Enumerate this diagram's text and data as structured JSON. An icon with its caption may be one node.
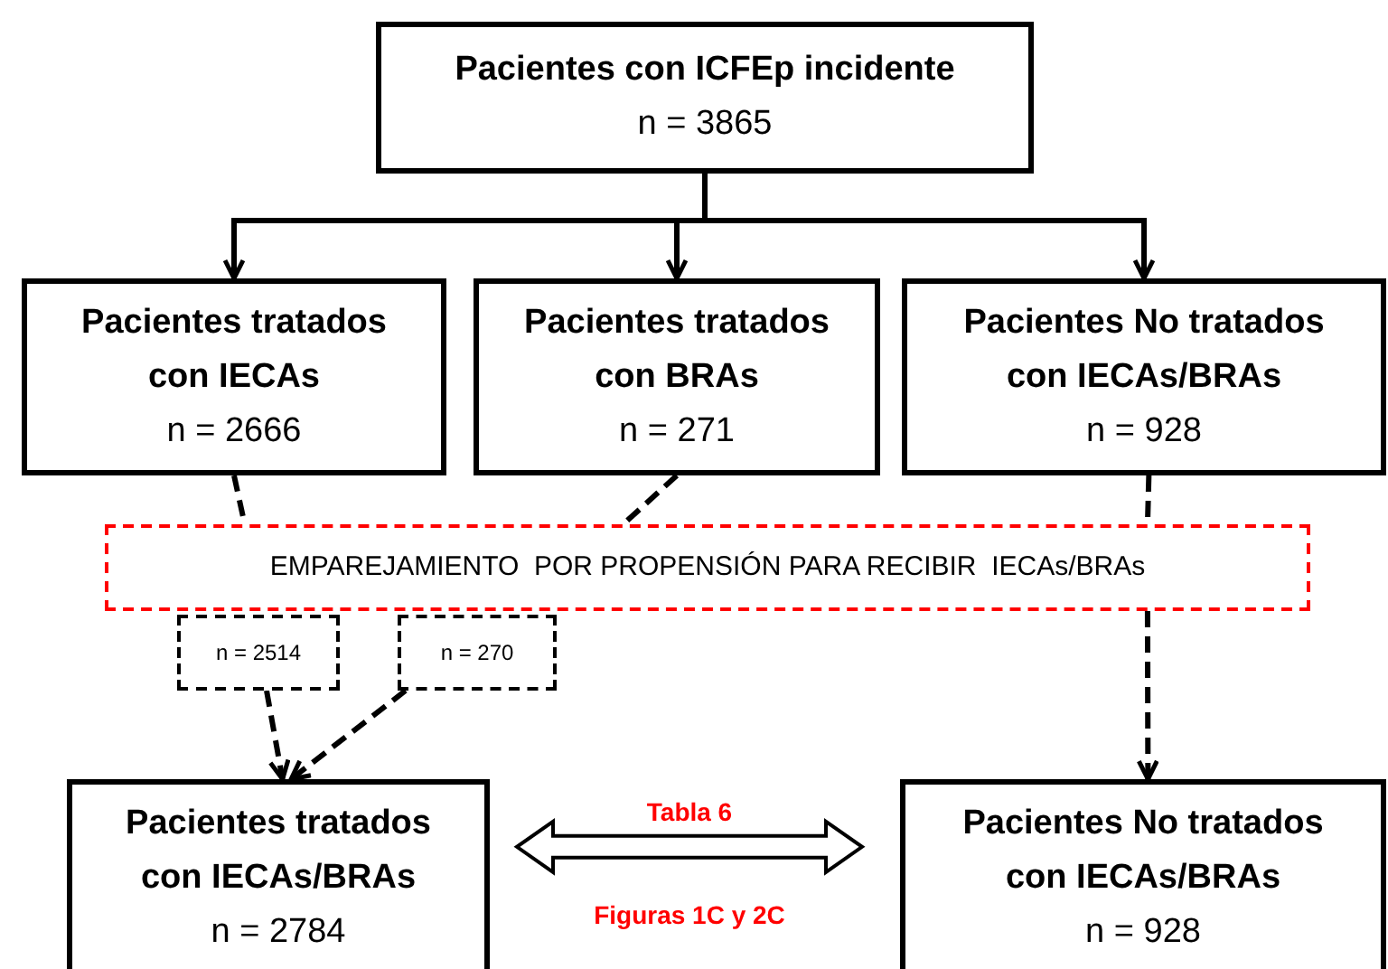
{
  "diagram": {
    "nodes": [
      {
        "text": [
          "Pacientes con ICFEp incidente",
          "n = 3865"
        ]
      },
      {
        "text": [
          "Pacientes tratados con IECAs",
          "n = 2666"
        ]
      },
      {
        "text": [
          "Pacientes tratados con BRAs",
          "n = 271"
        ]
      },
      {
        "text": [
          "Pacientes No tratados con IECAs/BRAs",
          "n = 928"
        ]
      },
      {
        "text": [
          "EMPAREJAMIENTO  POR PROPENSIÓN PARA RECIBIR  IECAs/BRAs"
        ]
      },
      {
        "text": [
          "n = 2514"
        ]
      },
      {
        "text": [
          "n = 270"
        ]
      },
      {
        "text": [
          "Pacientes tratados con IECAs/BRAs",
          "n = 2784"
        ]
      },
      {
        "text": [
          "Pacientes No tratados con IECAs/BRAs",
          "n = 928"
        ]
      }
    ],
    "edges": [
      {
        "from": 0,
        "to": 1,
        "arrow": "to"
      },
      {
        "from": 0,
        "to": 2,
        "arrow": "to"
      },
      {
        "from": 0,
        "to": 3,
        "arrow": "to"
      },
      {
        "from": 1,
        "to": 4,
        "arrow": "none",
        "style": "dashed"
      },
      {
        "from": 2,
        "to": 4,
        "arrow": "none",
        "style": "dashed"
      },
      {
        "from": 3,
        "to": 4,
        "arrow": "none",
        "style": "dashed"
      },
      {
        "from": 5,
        "to": 7,
        "arrow": "to",
        "style": "dashed"
      },
      {
        "from": 6,
        "to": 7,
        "arrow": "to",
        "style": "dashed"
      },
      {
        "from": 4,
        "to": 8,
        "arrow": "to",
        "style": "dashed"
      },
      {
        "from": 7,
        "to": 8,
        "arrow": "both",
        "style": "thick",
        "label": "Tabla 6"
      }
    ],
    "labels": [
      "Figuras 1C y 2C"
    ]
  }
}
